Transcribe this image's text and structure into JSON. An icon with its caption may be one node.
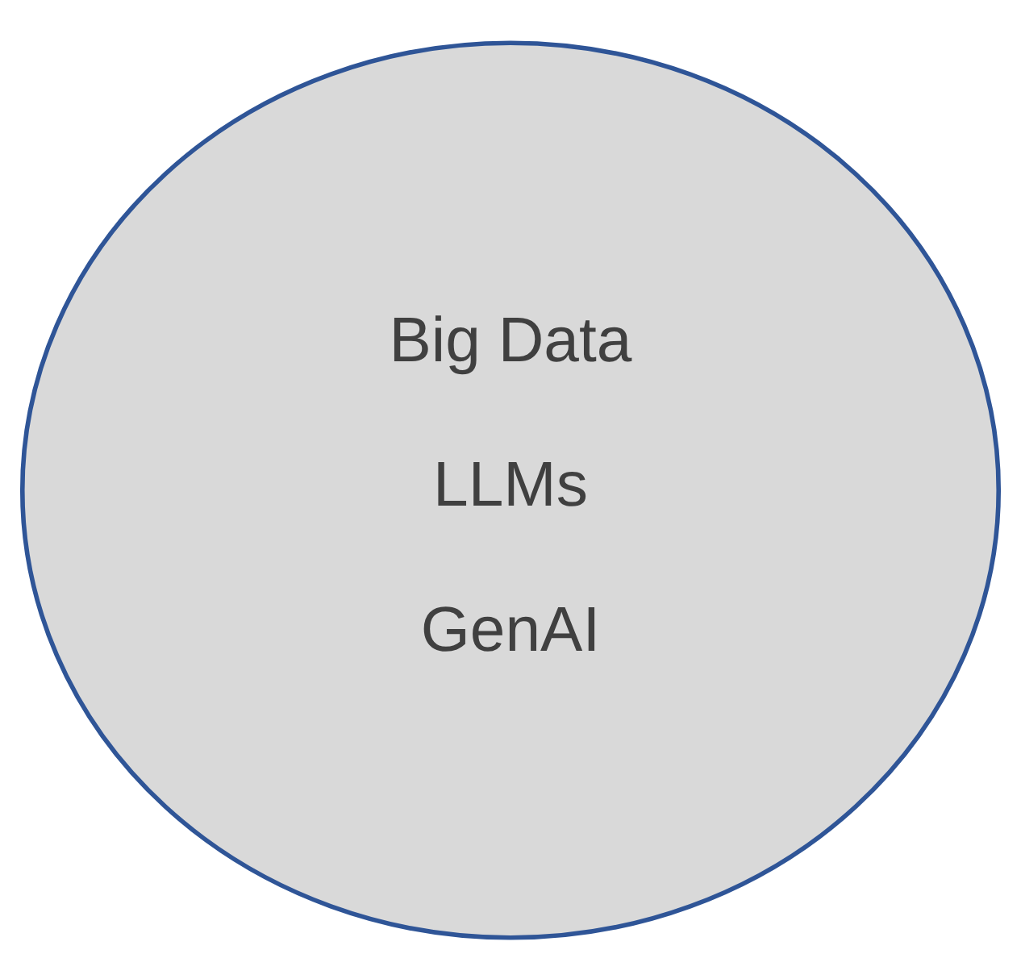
{
  "diagram": {
    "nodes": [
      {
        "text": [
          "Big Data",
          "LLMs",
          "GenAI"
        ]
      }
    ]
  }
}
